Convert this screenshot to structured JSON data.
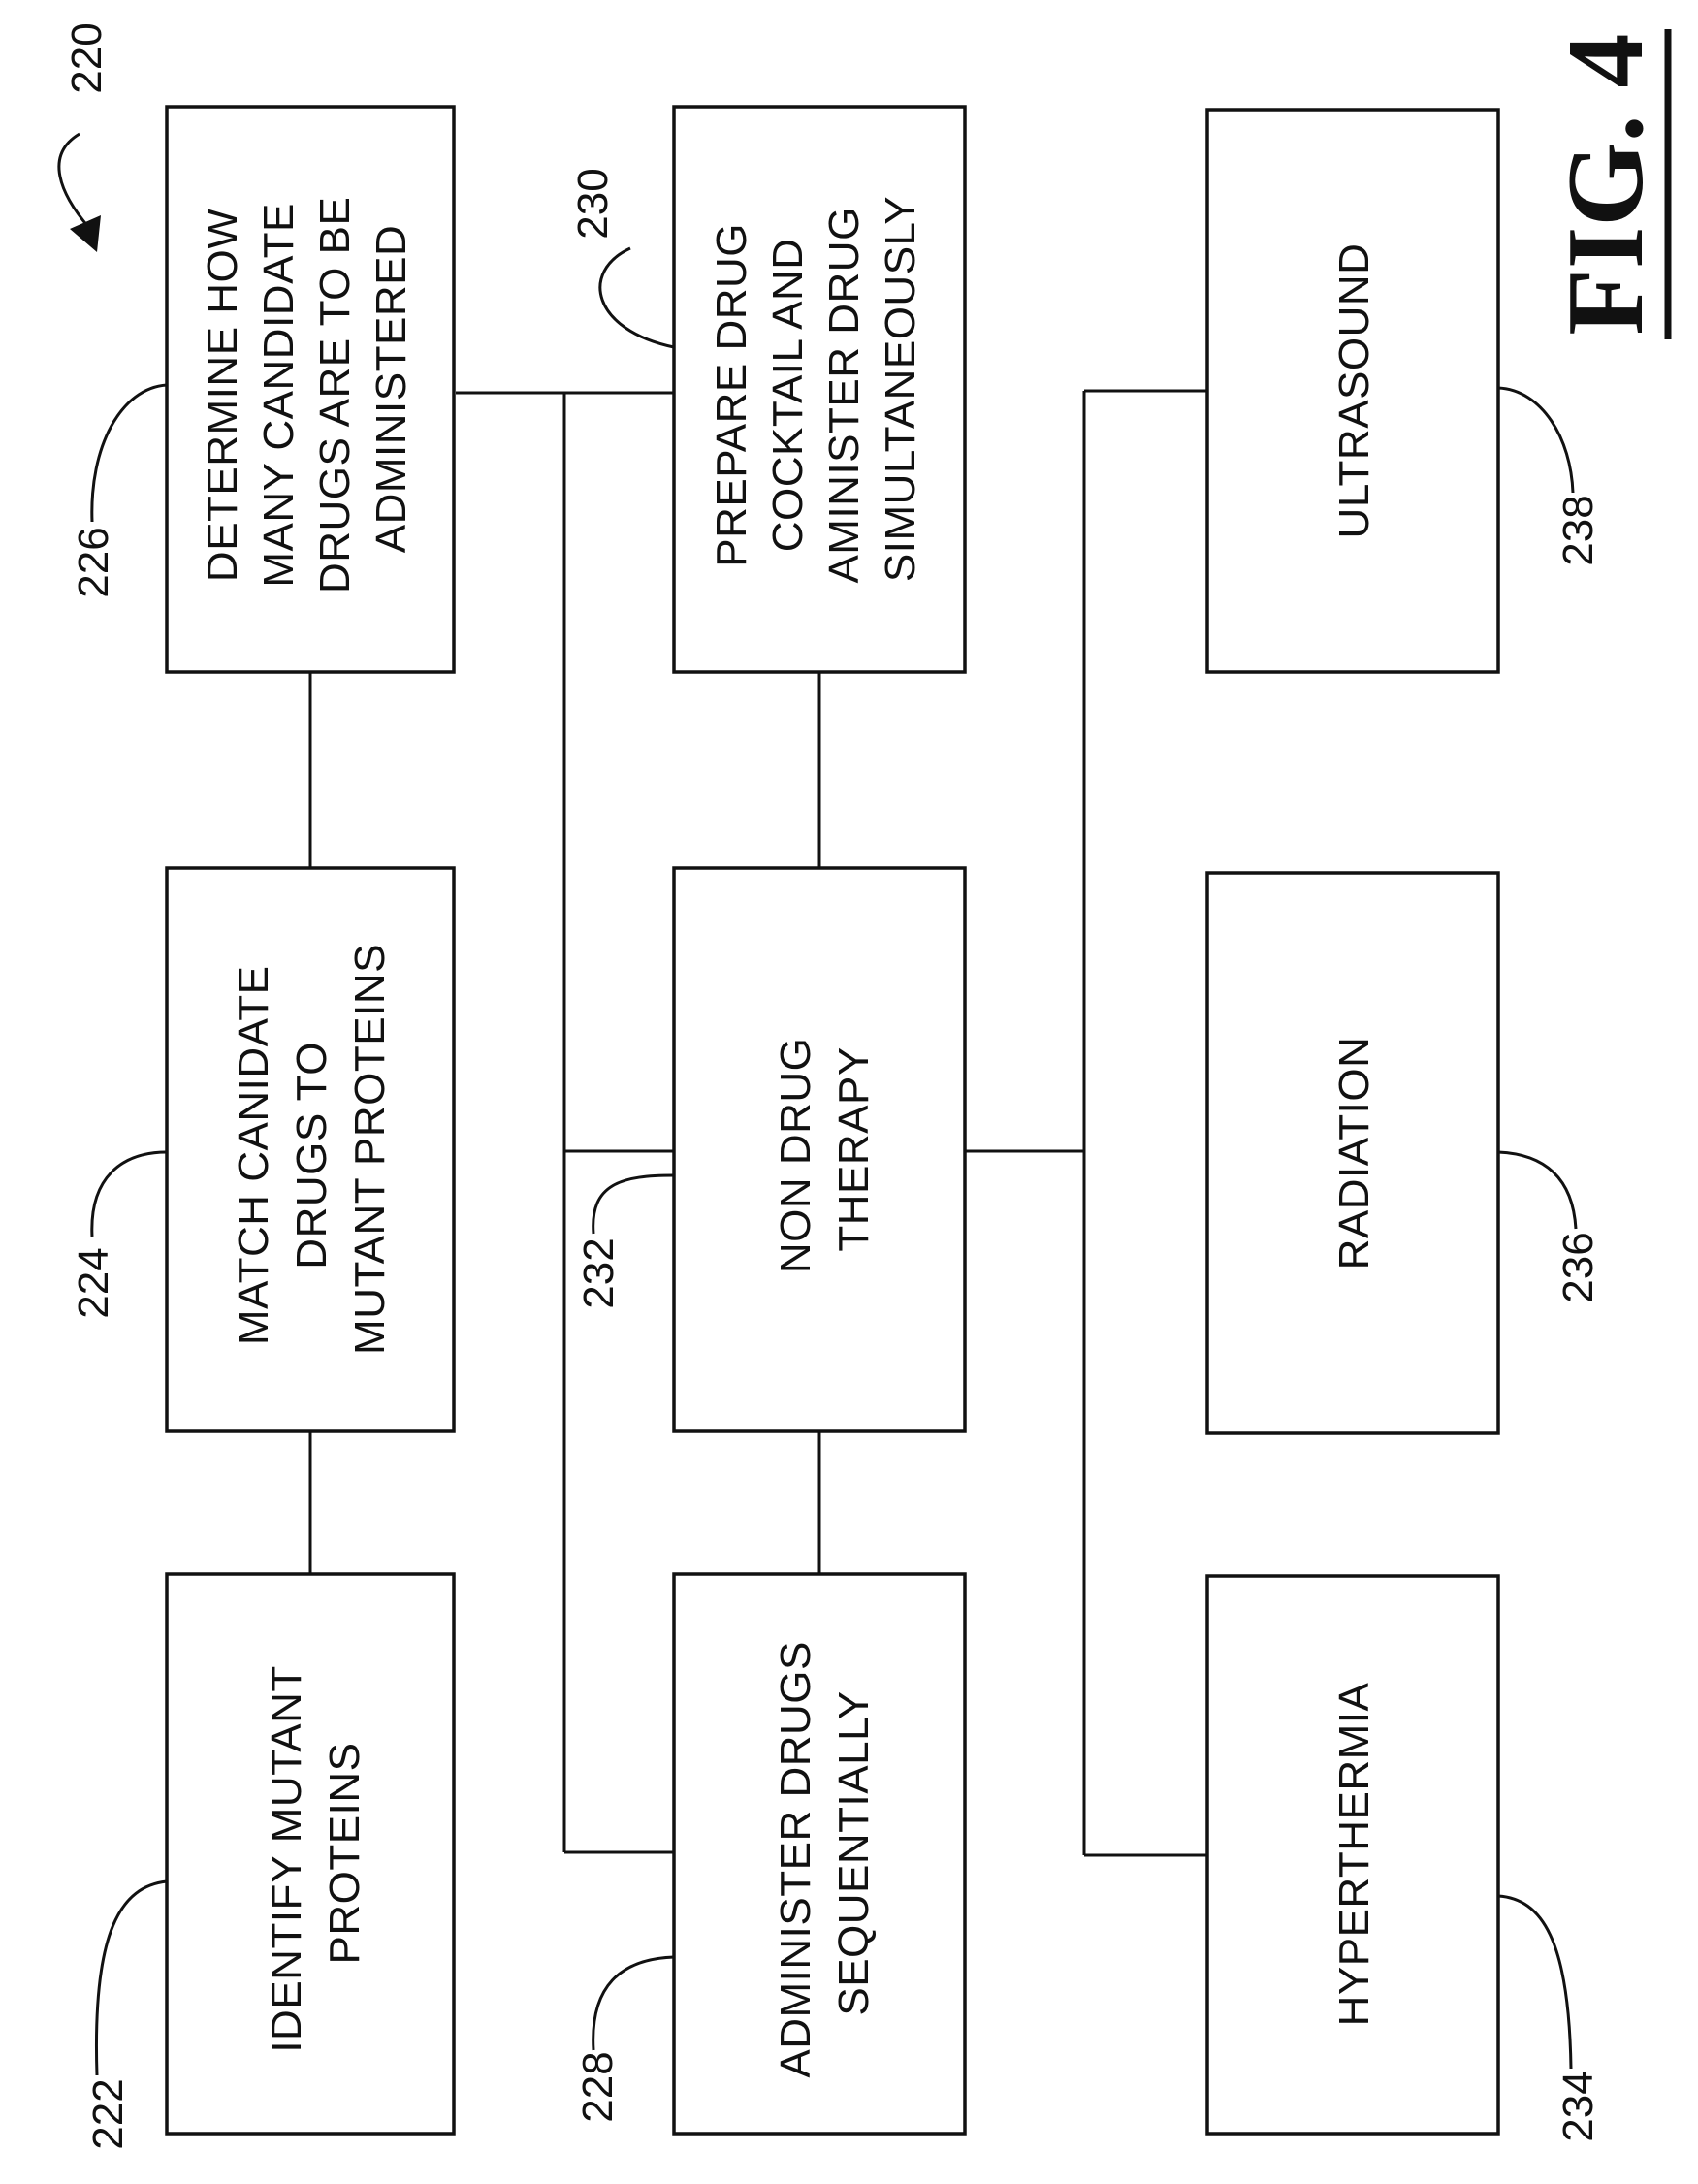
{
  "figure": {
    "label": "FIG. 4",
    "ref": "220"
  },
  "boxes": [
    {
      "ref": "222",
      "lines": [
        "IDENTIFY MUTANT",
        "PROTEINS"
      ]
    },
    {
      "ref": "224",
      "lines": [
        "MATCH CANIDATE",
        "DRUGS TO",
        "MUTANT PROTEINS"
      ]
    },
    {
      "ref": "226",
      "lines": [
        "DETERMINE HOW",
        "MANY CANDIDATE",
        "DRUGS ARE TO BE",
        "ADMINISTERED"
      ]
    },
    {
      "ref": "228",
      "lines": [
        "ADMINISTER DRUGS",
        "SEQUENTIALLY"
      ]
    },
    {
      "ref": "232",
      "lines": [
        "NON DRUG",
        "THERAPY"
      ]
    },
    {
      "ref": "230",
      "lines": [
        "PREPARE DRUG",
        "COCKTAIL AND",
        "AMINISTER DRUG",
        "SIMULTANEOUSLY"
      ]
    },
    {
      "ref": "234",
      "lines": [
        "HYPERTHERMIA"
      ]
    },
    {
      "ref": "236",
      "lines": [
        "RADIATION"
      ]
    },
    {
      "ref": "238",
      "lines": [
        "ULTRASOUND"
      ]
    }
  ]
}
